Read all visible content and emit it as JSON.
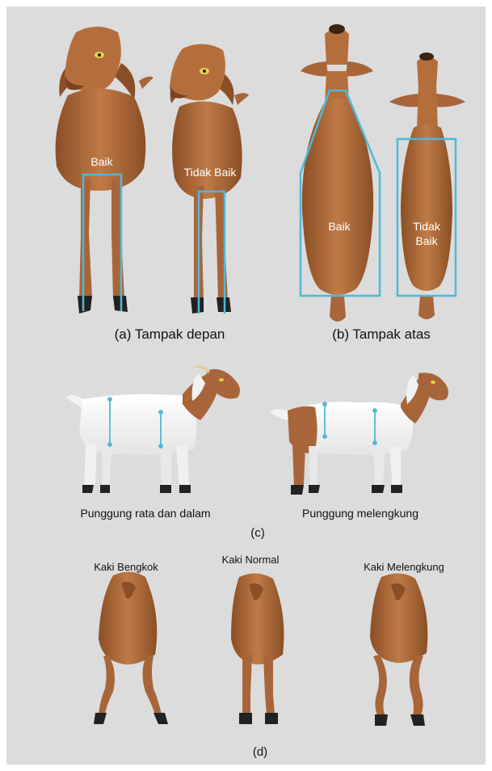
{
  "panel_a": {
    "good_label": "Baik",
    "bad_label": "Tidak Baik",
    "caption": "(a) Tampak depan"
  },
  "panel_b": {
    "good_label": "Baik",
    "bad_label_line1": "Tidak",
    "bad_label_line2": "Baik",
    "caption": "(b) Tampak atas"
  },
  "panel_c": {
    "left_caption": "Punggung rata dan dalam",
    "right_caption": "Punggung melengkung",
    "caption": "(c)"
  },
  "panel_d": {
    "left_label": "Kaki Bengkok",
    "middle_label": "Kaki Normal",
    "right_label": "Kaki Melengkung",
    "caption": "(d)"
  },
  "colors": {
    "background": "#dcdcdc",
    "coat": "#b46e3c",
    "coat_dark": "#8a4f26",
    "guide_lines": "#4fb8d8",
    "white_coat": "#fafafa"
  }
}
